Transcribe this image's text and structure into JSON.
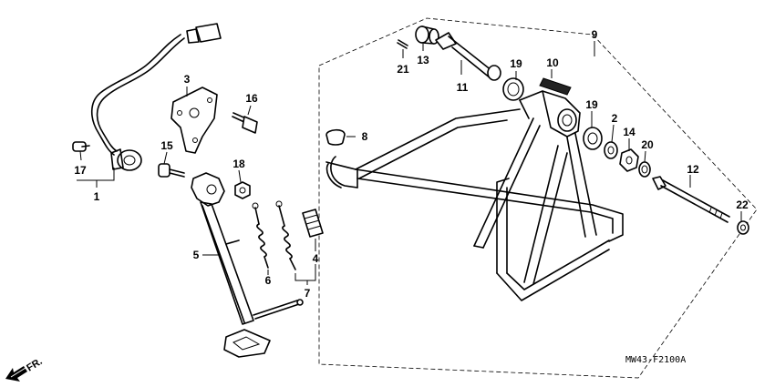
{
  "callouts": {
    "c1": "1",
    "c2": "2",
    "c3": "3",
    "c4": "4",
    "c5": "5",
    "c6": "6",
    "c7": "7",
    "c8": "8",
    "c9": "9",
    "c10": "10",
    "c11": "11",
    "c12": "12",
    "c13": "13",
    "c14": "14",
    "c15": "15",
    "c16": "16",
    "c17": "17",
    "c18": "18",
    "c19a": "19",
    "c19b": "19",
    "c20": "20",
    "c21": "21",
    "c22": "22"
  },
  "diagram_code": "MW43-F2100A",
  "direction_label": "FR."
}
